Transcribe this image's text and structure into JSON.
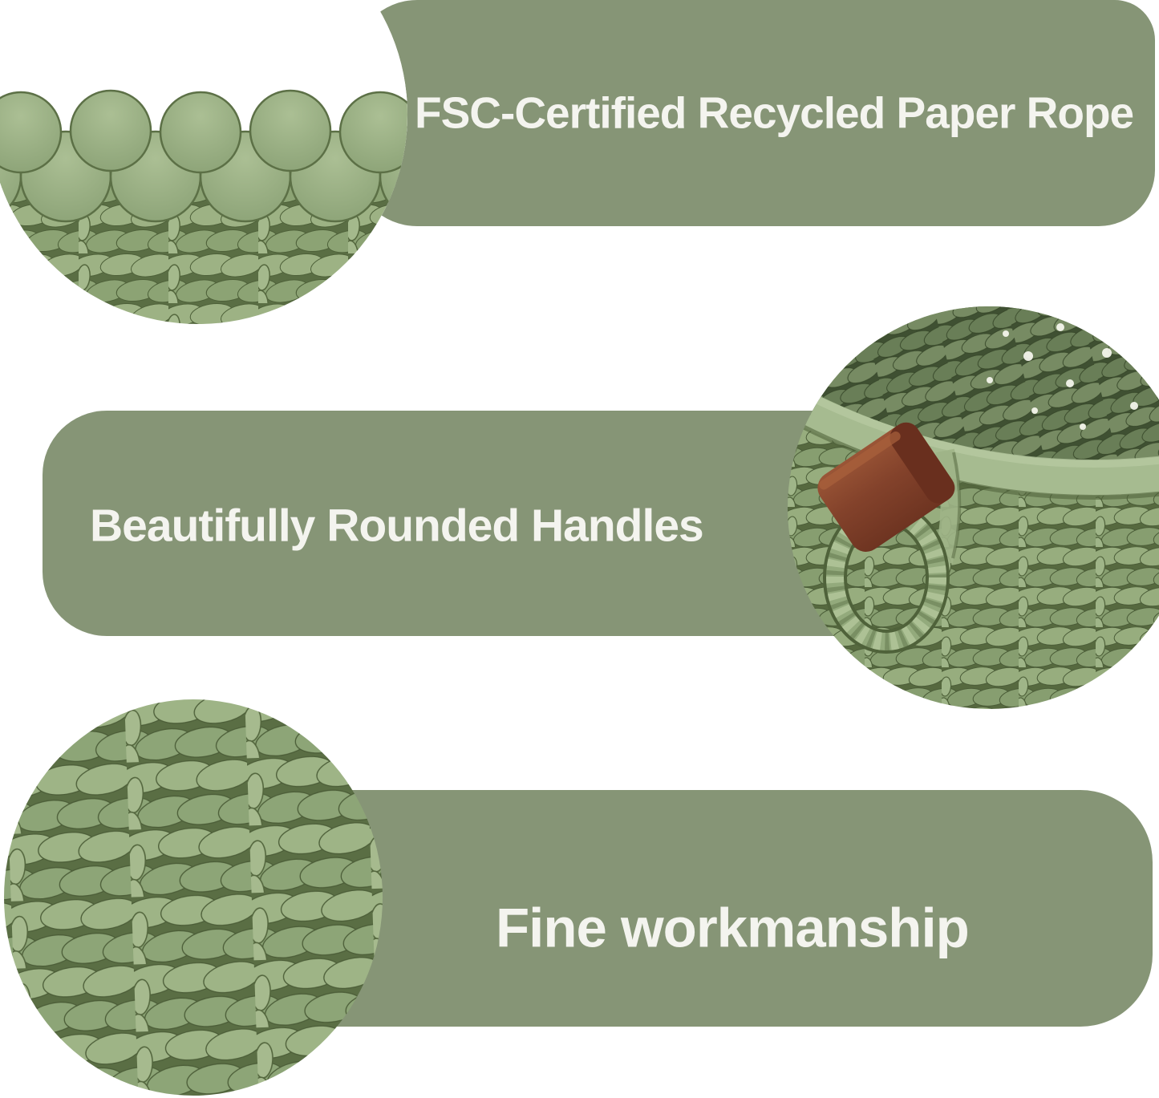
{
  "colors": {
    "banner_green": "#869576",
    "caption_white": "#F4F4EF",
    "weave_light": "#9DB284",
    "weave_mid": "#8CA374",
    "weave_shadow": "#5A6E44",
    "leather_brown": "#83422B",
    "leather_highlight": "#9A5536",
    "photo_background": "#FFFFFF"
  },
  "sections": [
    {
      "caption": "FSC-Certified Recycled Paper Rope",
      "photo_alt": "Close-up of scalloped woven paper rope basket rim"
    },
    {
      "caption": "Beautifully Rounded Handles",
      "photo_alt": "Basket corner with brown leather strap and rounded rope ring handle"
    },
    {
      "caption": "Fine workmanship",
      "photo_alt": "Close-up of tightly woven paper rope basket weave"
    }
  ]
}
